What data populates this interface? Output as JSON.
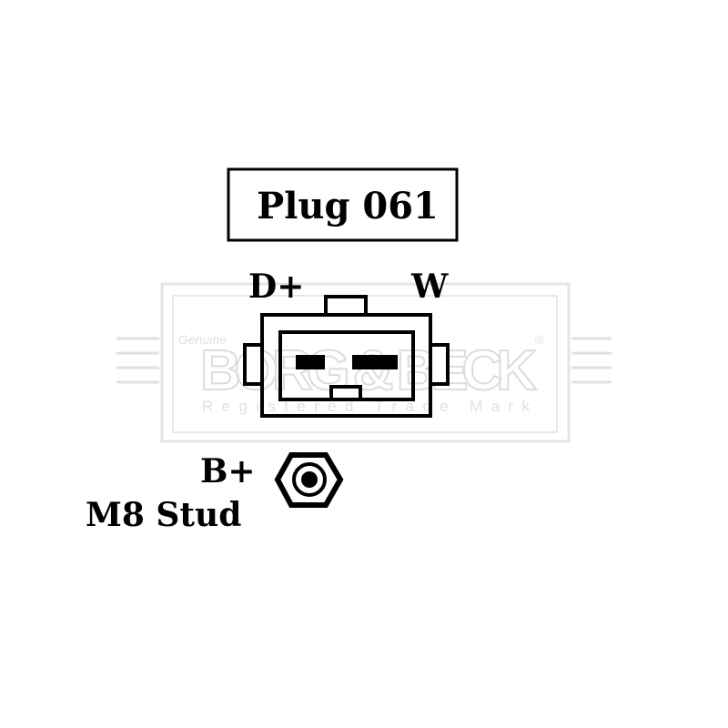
{
  "title": "Plug 061",
  "terminals": {
    "d_plus": "D+",
    "w": "W",
    "b_plus": "B+",
    "stud": "M8 Stud"
  },
  "watermark": {
    "brand": "BORG & BECK",
    "tagline": "Registered Trade Mark",
    "script": "Genuine",
    "registered": "®"
  },
  "colors": {
    "ink": "#000000",
    "watermark": "#dcdcdc"
  }
}
